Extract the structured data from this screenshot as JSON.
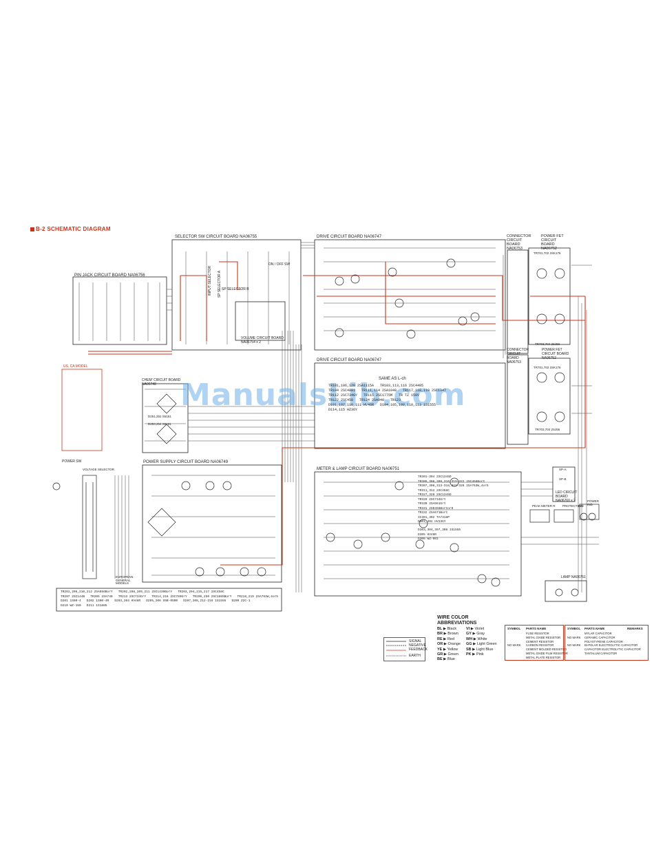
{
  "title": "B-2 SCHEMATIC DIAGRAM",
  "boards": {
    "selector_sw": "SELECTOR SW CIRCUIT BOARD NA06755",
    "drive_top": "DRIVE CIRCUIT BOARD NA06747",
    "connector_top": "CONNECTOR CIRCUIT BOARD NA06753",
    "power_fet_top": "POWER FET CIRCUIT BOARD NA06752",
    "pin_jack": "PIN JACK CIRCUIT BOARD NA06756",
    "volume": "VOLUME CIRCUIT BOARD NA06754 x 2",
    "drive_bottom": "DRIVE CIRCUIT BOARD NA06747",
    "connector_bottom": "CONNECTOR CIRCUIT BOARD NA06753",
    "power_fet_bottom": "POWER FET CIRCUIT BOARD NA06752",
    "chem": "CHEM' CIRCUIT BOARD NA06748",
    "power_supply": "POWER SUPPLY CIRCUIT BOARD NA06749",
    "meter_lamp": "METER & LAMP CIRCUIT BOARD NA06751",
    "led": "LED CIRCUIT BOARD NA06760 x 2",
    "lamp": "LAMP NA06751"
  },
  "labels": {
    "input_selector": "INPUT SELECTOR",
    "sp_selector_a": "SP SELECTOR A",
    "sp_selector_b": "SP SELECTOR B",
    "on_off_sw": "ON / OFF SW",
    "same_as_lch": "SAME AS L-ch",
    "us_ca_model": "US, CA MODEL",
    "power_sw": "POWER SW",
    "voltage_selector": "VOLTAGE SELECTOR",
    "european_general": "EUROPEAN GENERAL MODELS",
    "peak_meter": "PEAK METER R",
    "protection": "PROTECTION",
    "ind": "IND",
    "power_ind": "POWER IND",
    "sp_a": "SP-A",
    "sp_b": "SP-B",
    "fet_top_types": "TR701,702 2SK176",
    "fet_top_types2": "TR703,704 2SJ56",
    "fet_bottom_types": "TR701,702 2SK176",
    "fet_bottom_types2": "TR703,704 2SJ56",
    "chem_d251": "D251,252 S5151",
    "chem_d253": "D253,254 S5151"
  },
  "parts_lists": {
    "drive_bottom": "TR101,106,120 2SA1115A   TR103,113,116 2SC4485\nTR104 2SC4081   TR111,114 2SA1048   TR117,118,119 2SC1347\nTR112 2SC734GY   TR115 2SC1775M   TR TZ 150V\nTR122 2SC458   TR124 2SA940   TR123\nD101,102,110,111 HV46R   D104,105,109,110,113 1S1555\nD114,115 HZ36Y",
    "power_supply": "TR201,206,210,212 2SA656BorY   TR202,208,209,211 2SC1439BorY   TR203,204,215,217 2SC458C\nTR207 2SC144B   TR205 2SA740   TR213 2SC734GrY   TR214,216 2SC769GrY   TR206,250 2SC1885BorY   TR218,219 2SA763W,4or5\nD201 1S00-4   D202 1S00-4R   D203,204 HV46R   D205,206 S5B-05R0   D207,208,212-216 1S1555   D209 Z2C-1\nD210 WZ-150   D211 1S1885",
    "meter_top": "TR301-304 2SC1345D\nTR305,306,309,310,319-322 2SC458BorC\nTR307,308,313-318,323-326 2SA763W,4or5\nTR311,312 2SC458C\nTR327,328 2SC1345D\nTR329 2SC734GrY\nTR330 2SA561GrY\nTR331 2SD456BorCorD\nTR332 2SA671BorC\nIC301,302 TA7318P\nD301,302 HV23GY",
    "meter_mid": "D303,304,307,308 1S1555\nD305 HV46R\nD306 WZ-061"
  },
  "wire_color": {
    "title_line1": "WIRE COLOR",
    "title_line2": "ABBREVIATIONS",
    "items": [
      {
        "code": "BL",
        "name": "Black"
      },
      {
        "code": "BR",
        "name": "Brown"
      },
      {
        "code": "RE",
        "name": "Red"
      },
      {
        "code": "OR",
        "name": "Orange"
      },
      {
        "code": "YE",
        "name": "Yellow"
      },
      {
        "code": "GR",
        "name": "Green"
      },
      {
        "code": "BE",
        "name": "Blue"
      },
      {
        "code": "VI",
        "name": "Violet"
      },
      {
        "code": "GY",
        "name": "Gray"
      },
      {
        "code": "WH",
        "name": "White"
      },
      {
        "code": "GG",
        "name": "Light Green"
      },
      {
        "code": "SB",
        "name": "Light Blue"
      },
      {
        "code": "PK",
        "name": "Pink"
      }
    ]
  },
  "line_legend": {
    "signal": "SIGNAL",
    "negative": "NEGATIVE",
    "feedback": "FEEDBACK",
    "earth": "EARTH"
  },
  "symbol_table_left": {
    "headers": [
      "SYMBOL",
      "PARTS NAME"
    ],
    "rows": [
      {
        "symbol": "",
        "name": "FUSE RESISTOR"
      },
      {
        "symbol": "",
        "name": "METAL OXIDE RESISTOR"
      },
      {
        "symbol": "",
        "name": "CEMENT RESISTOR"
      },
      {
        "symbol": "NO MARK",
        "name": "CARBON RESISTOR"
      },
      {
        "symbol": "",
        "name": "CEMENT MOLDED RESISTOR"
      },
      {
        "symbol": "",
        "name": "METAL OXIDE FILM RESISTOR"
      },
      {
        "symbol": "",
        "name": "METAL PLATE RESISTOR"
      }
    ]
  },
  "symbol_table_right": {
    "headers": [
      "SYMBOL",
      "PARTS NAME",
      "REMARKS"
    ],
    "rows": [
      {
        "symbol": "",
        "name": "MYLAR CAPACITOR"
      },
      {
        "symbol": "NO MARK",
        "name": "CERAMIC CAPACITOR"
      },
      {
        "symbol": "",
        "name": "POLYSTYRENE CAPACITOR"
      },
      {
        "symbol": "NO MARK",
        "name": "BI-POLAR ELECTROLYTIC CAPACITOR"
      },
      {
        "symbol": "",
        "name": "CAPACITOR ELECTROLYTIC CAPACITOR"
      },
      {
        "symbol": "",
        "name": "TANTALUM CAPACITOR"
      }
    ]
  },
  "watermark": "ManualsLib.com",
  "colors": {
    "accent": "#c8331a",
    "ink": "#222222",
    "watermark": "#6fb0e6"
  }
}
